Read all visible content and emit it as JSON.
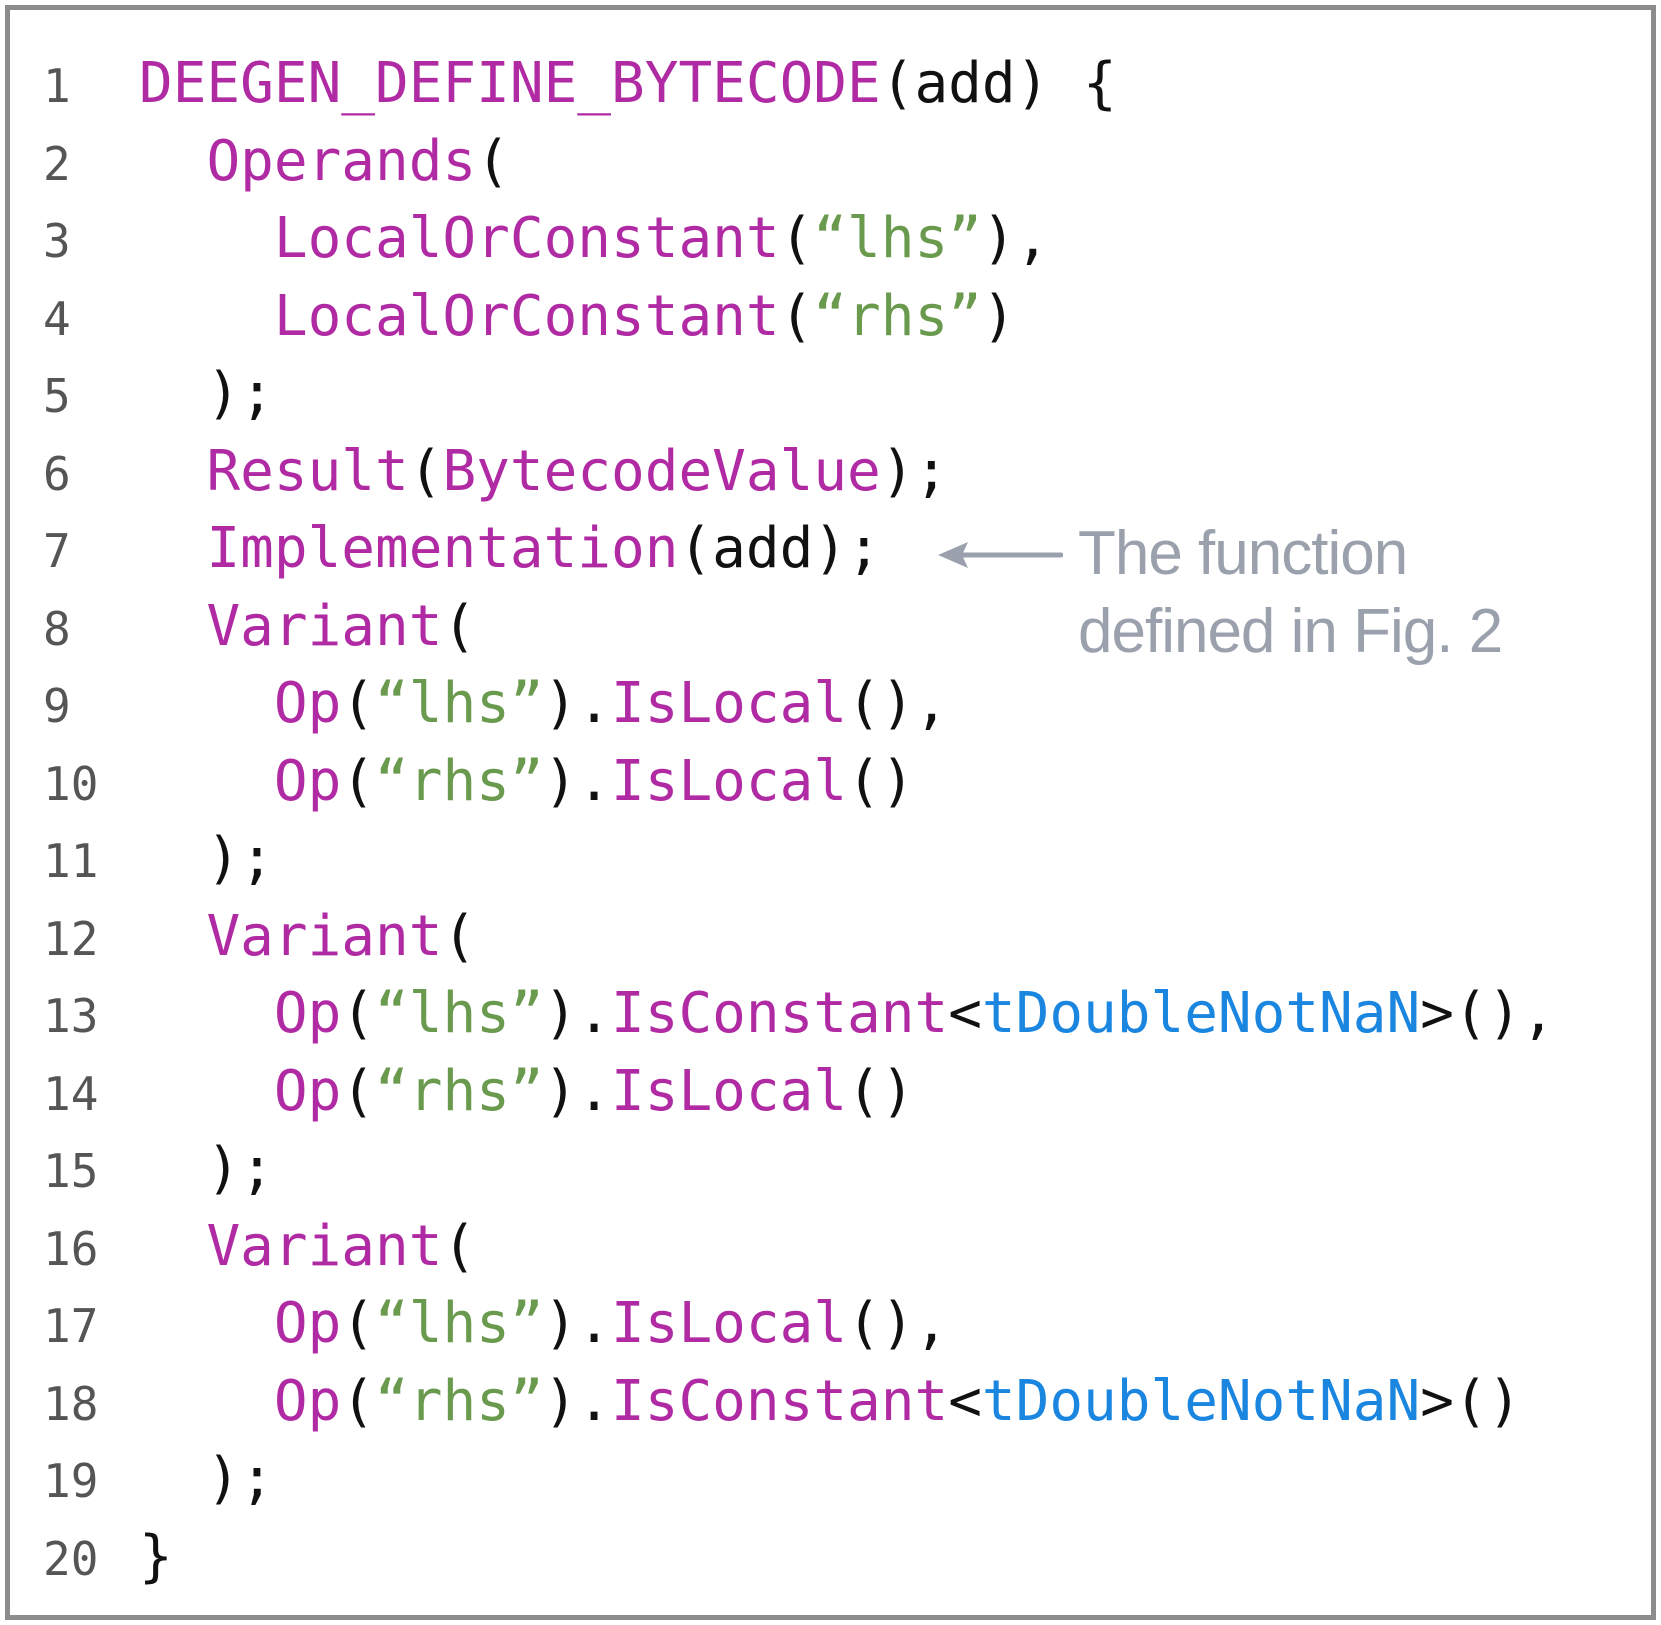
{
  "code": {
    "lines": [
      {
        "num": "1",
        "tokens": [
          {
            "t": "DEEGEN_DEFINE_BYTECODE",
            "c": "kw"
          },
          {
            "t": "(add) {",
            "c": "plain"
          }
        ]
      },
      {
        "num": "2",
        "tokens": [
          {
            "t": "  ",
            "c": "plain"
          },
          {
            "t": "Operands",
            "c": "kw"
          },
          {
            "t": "(",
            "c": "plain"
          }
        ]
      },
      {
        "num": "3",
        "tokens": [
          {
            "t": "    ",
            "c": "plain"
          },
          {
            "t": "LocalOrConstant",
            "c": "kw"
          },
          {
            "t": "(",
            "c": "plain"
          },
          {
            "t": "“lhs”",
            "c": "str"
          },
          {
            "t": "),",
            "c": "plain"
          }
        ]
      },
      {
        "num": "4",
        "tokens": [
          {
            "t": "    ",
            "c": "plain"
          },
          {
            "t": "LocalOrConstant",
            "c": "kw"
          },
          {
            "t": "(",
            "c": "plain"
          },
          {
            "t": "“rhs”",
            "c": "str"
          },
          {
            "t": ")",
            "c": "plain"
          }
        ]
      },
      {
        "num": "5",
        "tokens": [
          {
            "t": "  );",
            "c": "plain"
          }
        ]
      },
      {
        "num": "6",
        "tokens": [
          {
            "t": "  ",
            "c": "plain"
          },
          {
            "t": "Result",
            "c": "kw"
          },
          {
            "t": "(",
            "c": "plain"
          },
          {
            "t": "BytecodeValue",
            "c": "kw"
          },
          {
            "t": ");",
            "c": "plain"
          }
        ]
      },
      {
        "num": "7",
        "tokens": [
          {
            "t": "  ",
            "c": "plain"
          },
          {
            "t": "Implementation",
            "c": "kw"
          },
          {
            "t": "(add);",
            "c": "plain"
          }
        ]
      },
      {
        "num": "8",
        "tokens": [
          {
            "t": "  ",
            "c": "plain"
          },
          {
            "t": "Variant",
            "c": "kw"
          },
          {
            "t": "(",
            "c": "plain"
          }
        ]
      },
      {
        "num": "9",
        "tokens": [
          {
            "t": "    ",
            "c": "plain"
          },
          {
            "t": "Op",
            "c": "kw"
          },
          {
            "t": "(",
            "c": "plain"
          },
          {
            "t": "“lhs”",
            "c": "str"
          },
          {
            "t": ").",
            "c": "plain"
          },
          {
            "t": "IsLocal",
            "c": "kw"
          },
          {
            "t": "(),",
            "c": "plain"
          }
        ]
      },
      {
        "num": "10",
        "tokens": [
          {
            "t": "    ",
            "c": "plain"
          },
          {
            "t": "Op",
            "c": "kw"
          },
          {
            "t": "(",
            "c": "plain"
          },
          {
            "t": "“rhs”",
            "c": "str"
          },
          {
            "t": ").",
            "c": "plain"
          },
          {
            "t": "IsLocal",
            "c": "kw"
          },
          {
            "t": "()",
            "c": "plain"
          }
        ]
      },
      {
        "num": "11",
        "tokens": [
          {
            "t": "  );",
            "c": "plain"
          }
        ]
      },
      {
        "num": "12",
        "tokens": [
          {
            "t": "  ",
            "c": "plain"
          },
          {
            "t": "Variant",
            "c": "kw"
          },
          {
            "t": "(",
            "c": "plain"
          }
        ]
      },
      {
        "num": "13",
        "tokens": [
          {
            "t": "    ",
            "c": "plain"
          },
          {
            "t": "Op",
            "c": "kw"
          },
          {
            "t": "(",
            "c": "plain"
          },
          {
            "t": "“lhs”",
            "c": "str"
          },
          {
            "t": ").",
            "c": "plain"
          },
          {
            "t": "IsConstant",
            "c": "kw"
          },
          {
            "t": "<",
            "c": "plain"
          },
          {
            "t": "tDoubleNotNaN",
            "c": "type"
          },
          {
            "t": ">(),",
            "c": "plain"
          }
        ]
      },
      {
        "num": "14",
        "tokens": [
          {
            "t": "    ",
            "c": "plain"
          },
          {
            "t": "Op",
            "c": "kw"
          },
          {
            "t": "(",
            "c": "plain"
          },
          {
            "t": "“rhs”",
            "c": "str"
          },
          {
            "t": ").",
            "c": "plain"
          },
          {
            "t": "IsLocal",
            "c": "kw"
          },
          {
            "t": "()",
            "c": "plain"
          }
        ]
      },
      {
        "num": "15",
        "tokens": [
          {
            "t": "  );",
            "c": "plain"
          }
        ]
      },
      {
        "num": "16",
        "tokens": [
          {
            "t": "  ",
            "c": "plain"
          },
          {
            "t": "Variant",
            "c": "kw"
          },
          {
            "t": "(",
            "c": "plain"
          }
        ]
      },
      {
        "num": "17",
        "tokens": [
          {
            "t": "    ",
            "c": "plain"
          },
          {
            "t": "Op",
            "c": "kw"
          },
          {
            "t": "(",
            "c": "plain"
          },
          {
            "t": "“lhs”",
            "c": "str"
          },
          {
            "t": ").",
            "c": "plain"
          },
          {
            "t": "IsLocal",
            "c": "kw"
          },
          {
            "t": "(),",
            "c": "plain"
          }
        ]
      },
      {
        "num": "18",
        "tokens": [
          {
            "t": "    ",
            "c": "plain"
          },
          {
            "t": "Op",
            "c": "kw"
          },
          {
            "t": "(",
            "c": "plain"
          },
          {
            "t": "“rhs”",
            "c": "str"
          },
          {
            "t": ").",
            "c": "plain"
          },
          {
            "t": "IsConstant",
            "c": "kw"
          },
          {
            "t": "<",
            "c": "plain"
          },
          {
            "t": "tDoubleNotNaN",
            "c": "type"
          },
          {
            "t": ">()",
            "c": "plain"
          }
        ]
      },
      {
        "num": "19",
        "tokens": [
          {
            "t": "  );",
            "c": "plain"
          }
        ]
      },
      {
        "num": "20",
        "tokens": [
          {
            "t": "}",
            "c": "plain"
          }
        ]
      }
    ]
  },
  "annotation": {
    "line1": "The function",
    "line2": "defined in Fig. 2"
  },
  "colors": {
    "keyword": "#b02aa4",
    "string": "#6a9a4e",
    "type": "#1a86e0",
    "plain": "#111111",
    "annotation": "#9aa1ad",
    "border": "#8c8c8c"
  }
}
